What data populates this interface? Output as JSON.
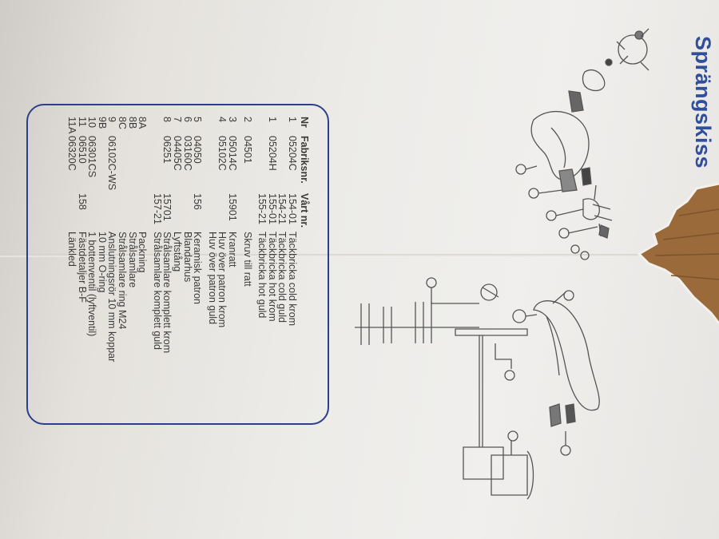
{
  "title": "Sprängskiss",
  "parts_table": {
    "headers": {
      "nr": "Nr",
      "fabriksnr": "Fabriksnr.",
      "vart_nr": "Vårt nr."
    },
    "rows": [
      {
        "nr": "1",
        "fabriksnr": "05204C",
        "vart_nr": "154-01",
        "desc": "Täckbricka cold krom"
      },
      {
        "nr": "",
        "fabriksnr": "",
        "vart_nr": "154-21",
        "desc": "Täckbricka cold guld"
      },
      {
        "nr": "1",
        "fabriksnr": "05204H",
        "vart_nr": "155-01",
        "desc": "Täckbricka hot krom"
      },
      {
        "nr": "",
        "fabriksnr": "",
        "vart_nr": "155-21",
        "desc": "Täckbricka hot guld"
      },
      {
        "nr": "2",
        "fabriksnr": "04501",
        "vart_nr": "",
        "desc": "Skruv till ratt"
      },
      {
        "nr": "3",
        "fabriksnr": "05014C",
        "vart_nr": "15901",
        "desc": "Kranratt"
      },
      {
        "nr": "4",
        "fabriksnr": "05102C",
        "vart_nr": "",
        "desc": "Huv över patron krom"
      },
      {
        "nr": "",
        "fabriksnr": "",
        "vart_nr": "",
        "desc": "Huv över patron guld"
      },
      {
        "nr": "5",
        "fabriksnr": "04050",
        "vart_nr": "156",
        "desc": "Keramisk patron"
      },
      {
        "nr": "6",
        "fabriksnr": "03160C",
        "vart_nr": "",
        "desc": "Blandarhus"
      },
      {
        "nr": "7",
        "fabriksnr": "04405C",
        "vart_nr": "",
        "desc": "Lyftstång"
      },
      {
        "nr": "8",
        "fabriksnr": "06251",
        "vart_nr": "15701",
        "desc": "Strålsamlare komplett krom"
      },
      {
        "nr": "",
        "fabriksnr": "",
        "vart_nr": "157-21",
        "desc": "Strålsamlare komplett guld"
      },
      {
        "nr": "8A",
        "fabriksnr": "",
        "vart_nr": "",
        "desc": "Packning"
      },
      {
        "nr": "8B",
        "fabriksnr": "",
        "vart_nr": "",
        "desc": "Strålsamlare"
      },
      {
        "nr": "8C",
        "fabriksnr": "",
        "vart_nr": "",
        "desc": "Strålsamlare ring M24"
      },
      {
        "nr": "9",
        "fabriksnr": "06102C-WS",
        "vart_nr": "",
        "desc": "Anslutningsrör 10 mm koppar"
      },
      {
        "nr": "9B",
        "fabriksnr": "",
        "vart_nr": "",
        "desc": "10 mm O-ring"
      },
      {
        "nr": "10",
        "fabriksnr": "06301CS",
        "vart_nr": "",
        "desc": "1 bottenventil (lyftventil)"
      },
      {
        "nr": "11",
        "fabriksnr": "06510",
        "vart_nr": "158",
        "desc": "Fästdetaljer B-F"
      },
      {
        "nr": "11A",
        "fabriksnr": "06320C",
        "vart_nr": "",
        "desc": "Länkled"
      }
    ]
  },
  "colors": {
    "accent_blue": "#2b3f8a",
    "text": "#3b3b3b",
    "cardboard": "#9a6a3a"
  }
}
